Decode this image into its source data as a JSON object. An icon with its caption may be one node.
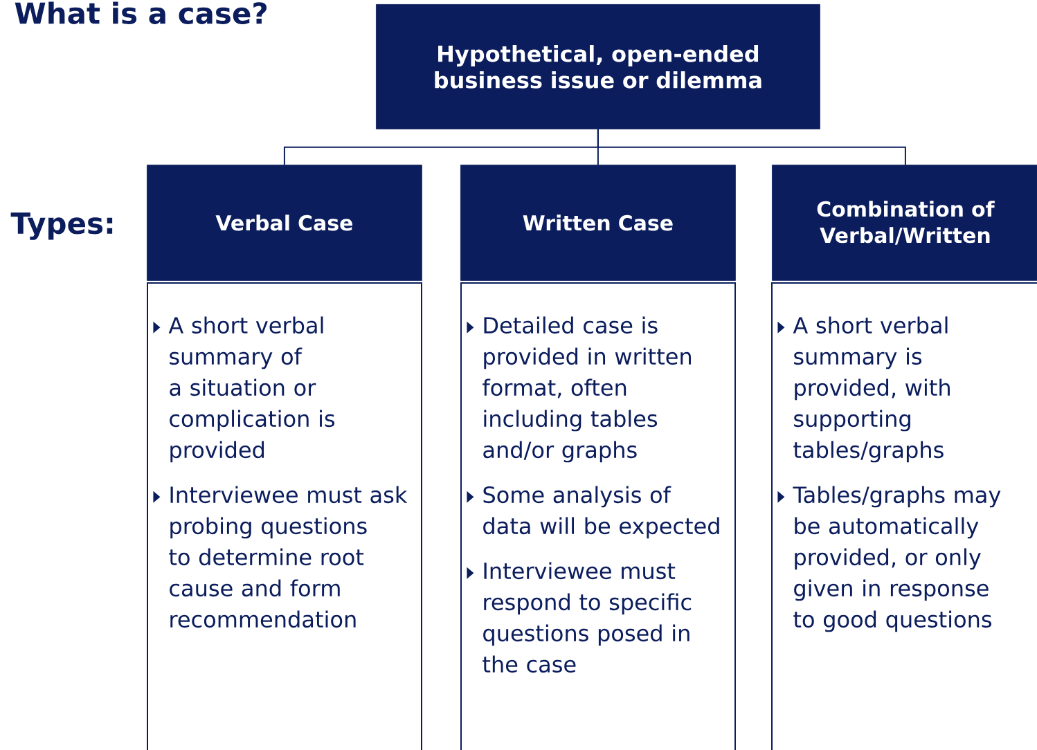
{
  "diagram": {
    "title": "What is a case?",
    "nodes": [
      {
        "text": [
          "Hypothetical, open-ended business issue or dilemma"
        ]
      },
      {
        "text": [
          "Verbal Case"
        ]
      },
      {
        "text": [
          "Written Case"
        ]
      },
      {
        "text": [
          "Combination of Verbal/Written"
        ]
      },
      {
        "text": [
          "A short verbal summary of a situation or complication is provided",
          "Interviewee must ask probing questions to determine root cause and form recommendation"
        ]
      },
      {
        "text": [
          "Detailed case is provided in written format, often including tables and/or graphs",
          "Some analysis of data will be expected",
          "Interviewee must respond to specific questions posed in the case"
        ]
      },
      {
        "text": [
          "A short verbal summary is provided, with supporting tables/graphs",
          "Tables/graphs may be automatically provided, or only given in response to good questions"
        ]
      }
    ],
    "edges": [
      {
        "from": 0,
        "to": 1,
        "arrow": "none"
      },
      {
        "from": 0,
        "to": 2,
        "arrow": "none"
      },
      {
        "from": 0,
        "to": 3,
        "arrow": "none"
      }
    ],
    "labels": [
      "Types:"
    ]
  }
}
